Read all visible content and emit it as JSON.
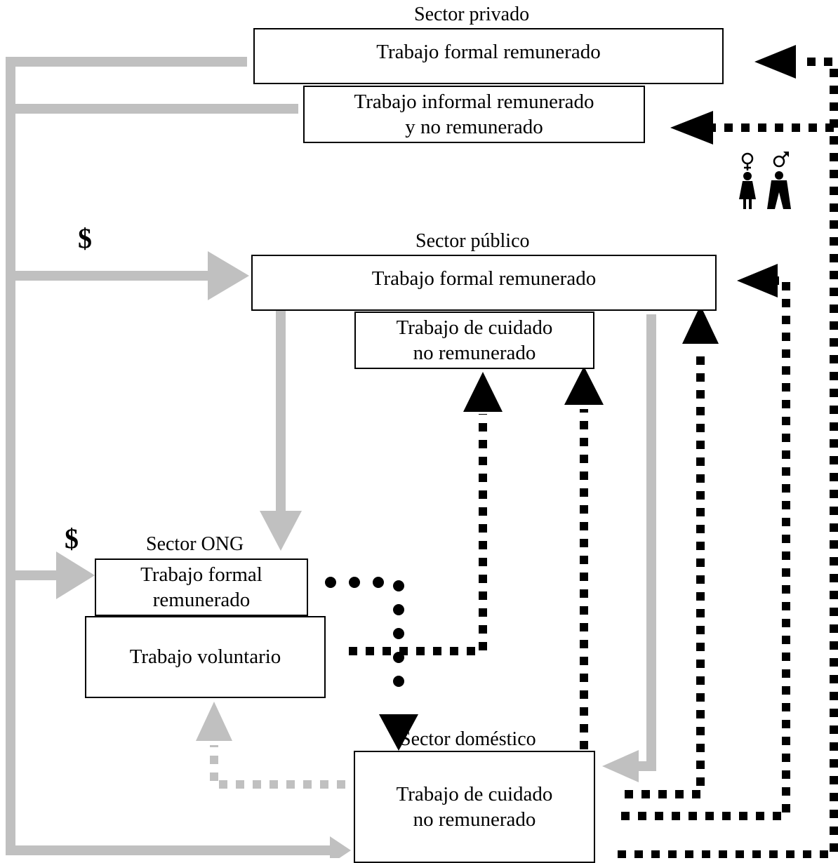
{
  "private_sector": {
    "title": "Sector privado",
    "formal": "Trabajo formal remunerado",
    "informal_line1": "Trabajo informal remunerado",
    "informal_line2": "y no remunerado"
  },
  "public_sector": {
    "title": "Sector público",
    "formal": "Trabajo formal remunerado",
    "care_line1": "Trabajo de cuidado",
    "care_line2": "no remunerado"
  },
  "ngo_sector": {
    "title": "Sector ONG",
    "formal_line1": "Trabajo formal",
    "formal_line2": "remunerado",
    "volunteer": "Trabajo voluntario"
  },
  "domestic_sector": {
    "title": "Sector doméstico",
    "care_line1": "Trabajo de cuidado",
    "care_line2": "no remunerado"
  },
  "money_symbol": "$",
  "gender_icons": [
    "female-icon",
    "male-icon"
  ],
  "colors": {
    "money_flow": "#c0c0c0",
    "labor_flow": "#000000"
  }
}
